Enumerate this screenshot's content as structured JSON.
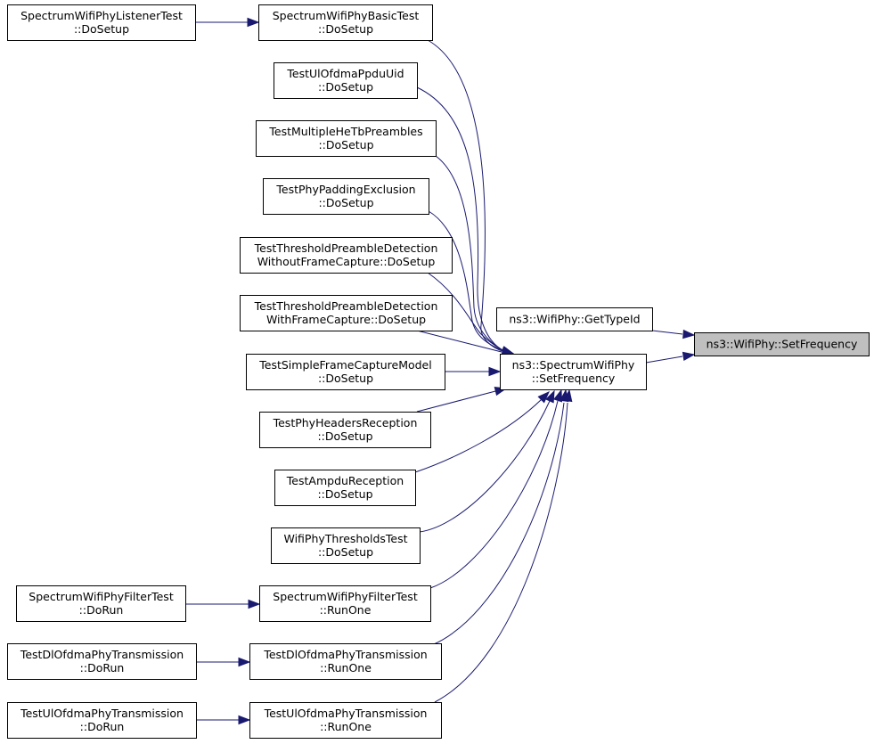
{
  "diagram": {
    "nodes": [
      {
        "id": "setfreq",
        "lines": [
          "ns3::WifiPhy::SetFrequency"
        ],
        "highlight": true
      },
      {
        "id": "gettypeid",
        "lines": [
          "ns3::WifiPhy::GetTypeId"
        ]
      },
      {
        "id": "spectrumset",
        "lines": [
          "ns3::SpectrumWifiPhy",
          "::SetFrequency"
        ]
      },
      {
        "id": "basictest",
        "lines": [
          "SpectrumWifiPhyBasicTest",
          "::DoSetup"
        ]
      },
      {
        "id": "listenertest",
        "lines": [
          "SpectrumWifiPhyListenerTest",
          "::DoSetup"
        ]
      },
      {
        "id": "ulofdmauid",
        "lines": [
          "TestUlOfdmaPpduUid",
          "::DoSetup"
        ]
      },
      {
        "id": "multihetb",
        "lines": [
          "TestMultipleHeTbPreambles",
          "::DoSetup"
        ]
      },
      {
        "id": "padding",
        "lines": [
          "TestPhyPaddingExclusion",
          "::DoSetup"
        ]
      },
      {
        "id": "threshwithout",
        "lines": [
          "TestThresholdPreambleDetection",
          "WithoutFrameCapture::DoSetup"
        ]
      },
      {
        "id": "threshwith",
        "lines": [
          "TestThresholdPreambleDetection",
          "WithFrameCapture::DoSetup"
        ]
      },
      {
        "id": "simplecapture",
        "lines": [
          "TestSimpleFrameCaptureModel",
          "::DoSetup"
        ]
      },
      {
        "id": "headers",
        "lines": [
          "TestPhyHeadersReception",
          "::DoSetup"
        ]
      },
      {
        "id": "ampdu",
        "lines": [
          "TestAmpduReception",
          "::DoSetup"
        ]
      },
      {
        "id": "thresholds",
        "lines": [
          "WifiPhyThresholdsTest",
          "::DoSetup"
        ]
      },
      {
        "id": "filterrunone",
        "lines": [
          "SpectrumWifiPhyFilterTest",
          "::RunOne"
        ]
      },
      {
        "id": "filterdorun",
        "lines": [
          "SpectrumWifiPhyFilterTest",
          "::DoRun"
        ]
      },
      {
        "id": "dlrunone",
        "lines": [
          "TestDlOfdmaPhyTransmission",
          "::RunOne"
        ]
      },
      {
        "id": "dldorun",
        "lines": [
          "TestDlOfdmaPhyTransmission",
          "::DoRun"
        ]
      },
      {
        "id": "ulrunone",
        "lines": [
          "TestUlOfdmaPhyTransmission",
          "::RunOne"
        ]
      },
      {
        "id": "uldorun",
        "lines": [
          "TestUlOfdmaPhyTransmission",
          "::DoRun"
        ]
      }
    ],
    "edges": [
      {
        "from": "gettypeid",
        "to": "setfreq"
      },
      {
        "from": "spectrumset",
        "to": "setfreq"
      },
      {
        "from": "basictest",
        "to": "spectrumset"
      },
      {
        "from": "listenertest",
        "to": "basictest"
      },
      {
        "from": "ulofdmauid",
        "to": "spectrumset"
      },
      {
        "from": "multihetb",
        "to": "spectrumset"
      },
      {
        "from": "padding",
        "to": "spectrumset"
      },
      {
        "from": "threshwithout",
        "to": "spectrumset"
      },
      {
        "from": "threshwith",
        "to": "spectrumset"
      },
      {
        "from": "simplecapture",
        "to": "spectrumset"
      },
      {
        "from": "headers",
        "to": "spectrumset"
      },
      {
        "from": "ampdu",
        "to": "spectrumset"
      },
      {
        "from": "thresholds",
        "to": "spectrumset"
      },
      {
        "from": "filterrunone",
        "to": "spectrumset"
      },
      {
        "from": "filterdorun",
        "to": "filterrunone"
      },
      {
        "from": "dlrunone",
        "to": "spectrumset"
      },
      {
        "from": "dldorun",
        "to": "dlrunone"
      },
      {
        "from": "ulrunone",
        "to": "spectrumset"
      },
      {
        "from": "uldorun",
        "to": "ulrunone"
      }
    ],
    "colors": {
      "edge": "#191970",
      "highlight_fill": "#bfbfbf",
      "node_stroke": "#000000"
    }
  }
}
